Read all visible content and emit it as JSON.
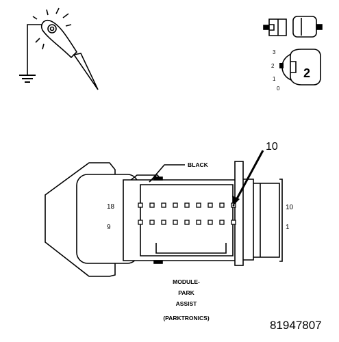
{
  "icons": {
    "probe": "test-probe-ground-icon",
    "connector": "connector-plug-icon",
    "ignition": "ignition-key-switch-icon"
  },
  "ignition": {
    "positions": [
      "3",
      "2",
      "1",
      "0"
    ],
    "key_label": "2"
  },
  "connector": {
    "wire_color_label": "BLACK",
    "callout": "10",
    "left_pin_labels": [
      "18",
      "9"
    ],
    "right_pin_labels": [
      "10",
      "1"
    ]
  },
  "caption": {
    "lines": [
      "MODULE-",
      "PARK",
      "ASSIST",
      "(PARKTRONICS)"
    ]
  },
  "figure_number": "81947807"
}
